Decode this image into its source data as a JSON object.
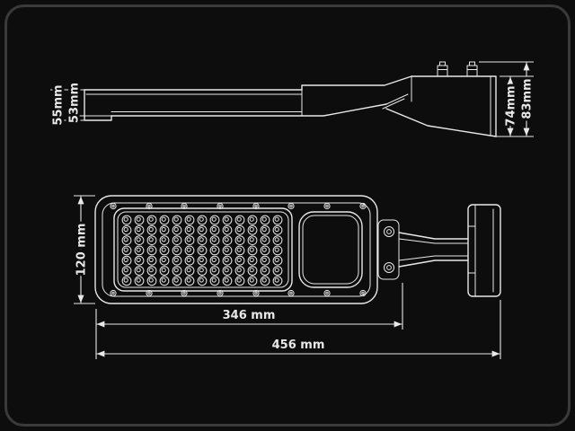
{
  "colors": {
    "background": "#0d0d0d",
    "line": "#e8e8e8",
    "frame": "#3a3a3a"
  },
  "side_view": {
    "d55": "55mm",
    "d53": "53mm",
    "d74": "74mm",
    "d83": "83mm"
  },
  "top_view": {
    "d120": "120 mm",
    "d346": "346 mm",
    "d456": "456 mm",
    "led_grid": {
      "rows": 7,
      "cols": 13
    }
  }
}
